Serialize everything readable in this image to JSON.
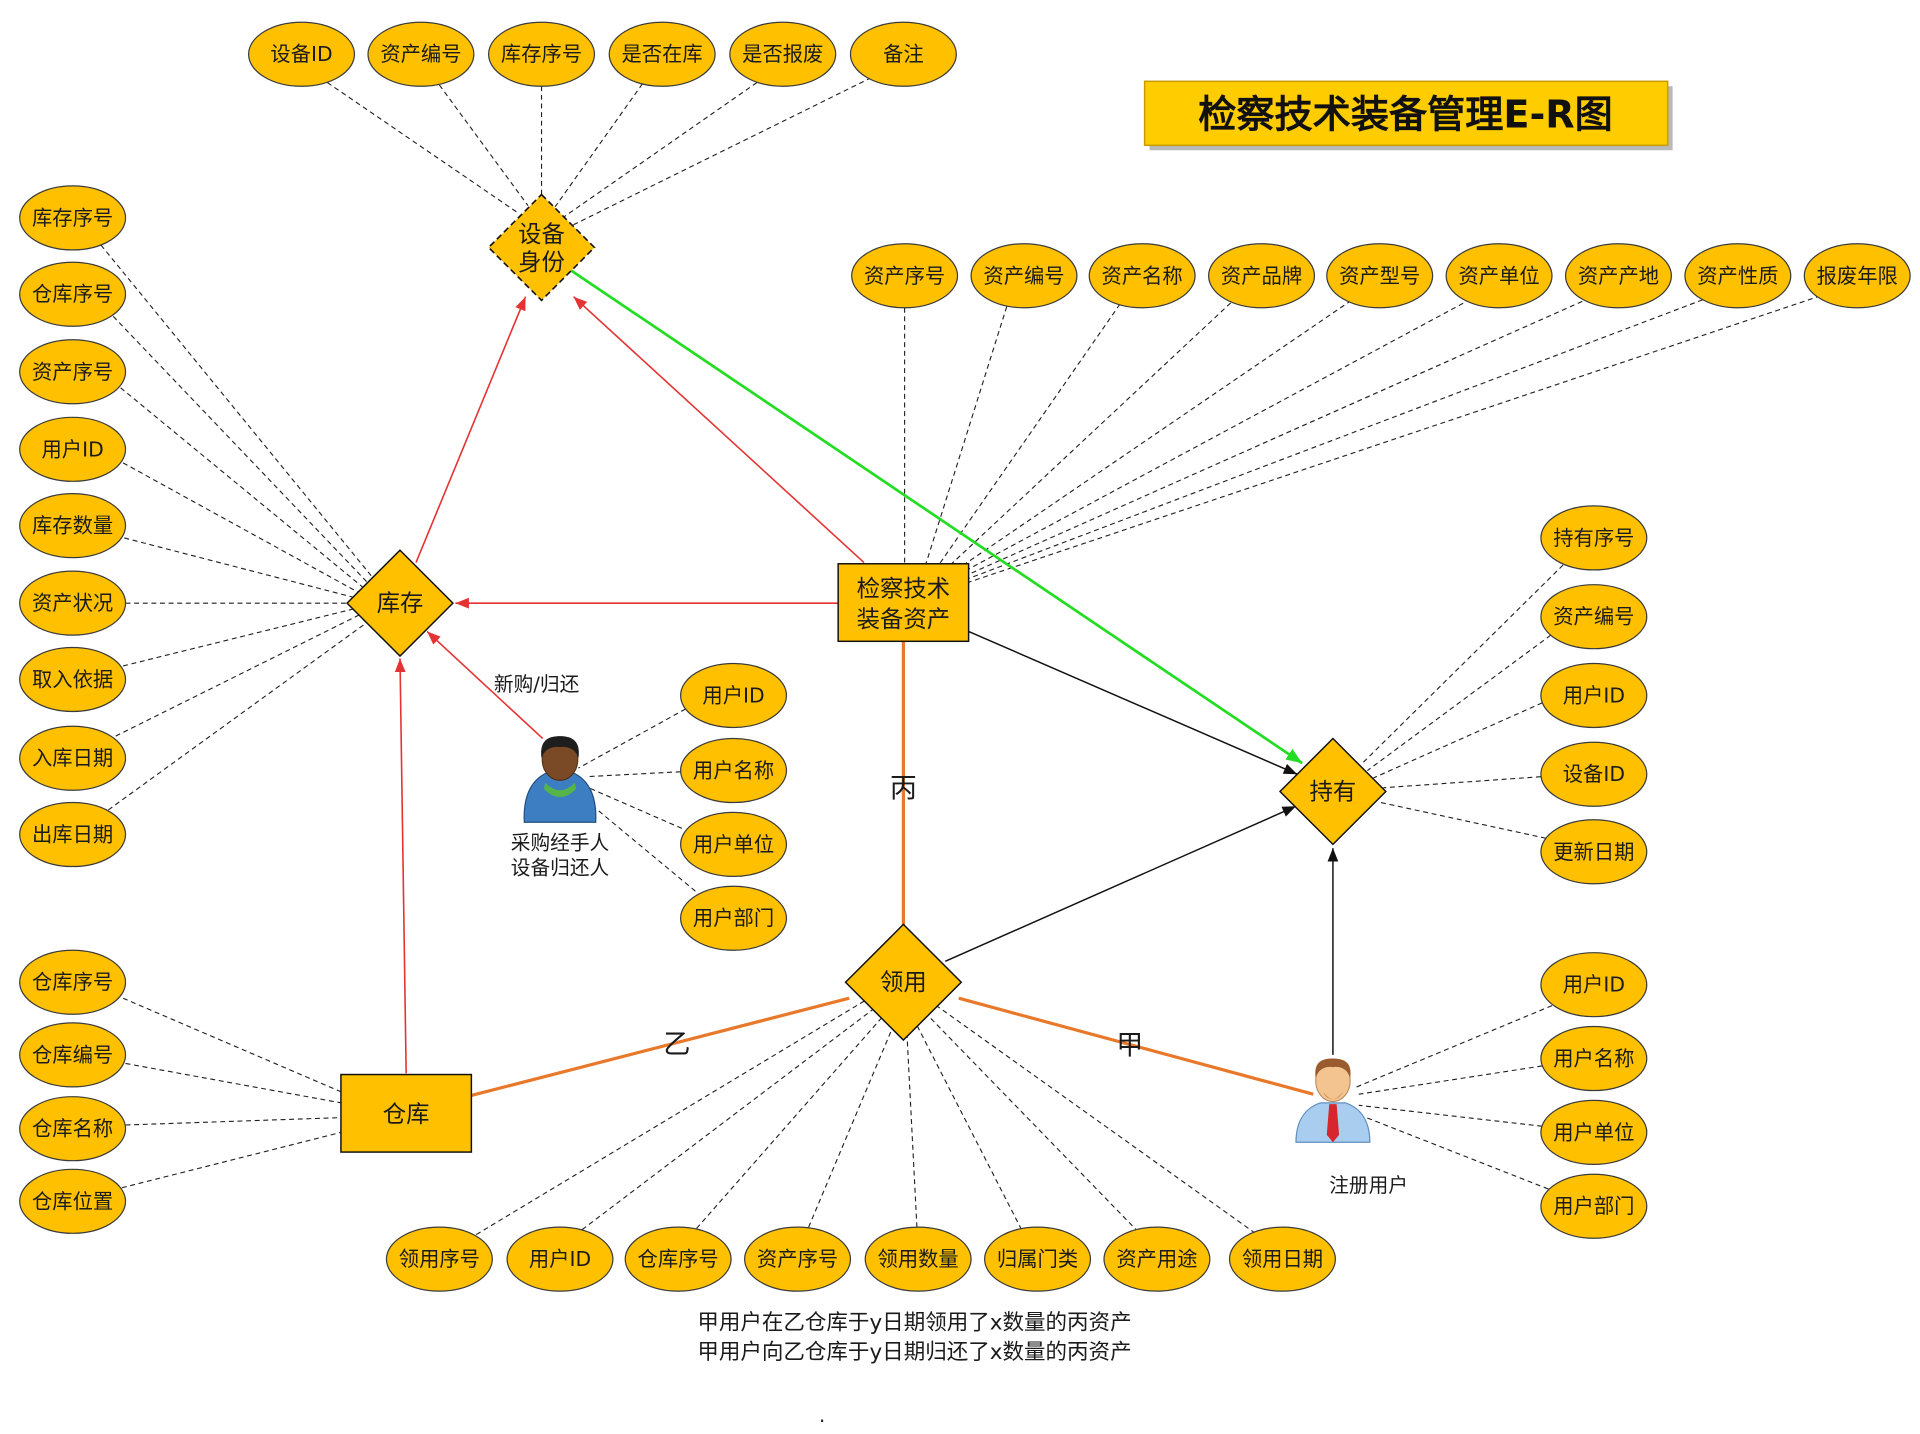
{
  "title": "检察技术装备管理E-R图",
  "relationships": {
    "device_identity": [
      "设备",
      "身份"
    ],
    "inventory": "库存",
    "holding": "持有",
    "requisition": "领用"
  },
  "entities": {
    "equipment_asset": [
      "检察技术",
      "装备资产"
    ],
    "warehouse": "仓库"
  },
  "actors": {
    "purchaser": [
      "采购经手人",
      "设备归还人"
    ],
    "registered_user": "注册用户"
  },
  "attributes": {
    "device_identity": [
      "设备ID",
      "资产编号",
      "库存序号",
      "是否在库",
      "是否报废",
      "备注"
    ],
    "inventory": [
      "库存序号",
      "仓库序号",
      "资产序号",
      "用户ID",
      "库存数量",
      "资产状况",
      "取入依据",
      "入库日期",
      "出库日期"
    ],
    "equipment_asset": [
      "资产序号",
      "资产编号",
      "资产名称",
      "资产品牌",
      "资产型号",
      "资产单位",
      "资产产地",
      "资产性质",
      "报废年限"
    ],
    "purchaser": [
      "用户ID",
      "用户名称",
      "用户单位",
      "用户部门"
    ],
    "holding": [
      "持有序号",
      "资产编号",
      "用户ID",
      "设备ID",
      "更新日期"
    ],
    "registered_user": [
      "用户ID",
      "用户名称",
      "用户单位",
      "用户部门"
    ],
    "warehouse": [
      "仓库序号",
      "仓库编号",
      "仓库名称",
      "仓库位置"
    ],
    "requisition": [
      "领用序号",
      "用户ID",
      "仓库序号",
      "资产序号",
      "领用数量",
      "归属门类",
      "资产用途",
      "领用日期"
    ]
  },
  "edge_labels": {
    "purchase_return": "新购/归还",
    "bing": "丙",
    "yi": "乙",
    "jia": "甲"
  },
  "notes": [
    "甲用户在乙仓库于y日期领用了x数量的丙资产",
    "甲用户向乙仓库于y日期归还了x数量的丙资产"
  ],
  "footer_mark": ".",
  "icons": {
    "purchaser": "person-icon",
    "registered_user": "person-icon"
  },
  "colors": {
    "node_fill": "#FFC000",
    "title_fill": "#FFCC00",
    "red_arrow": "#E53333",
    "green_arrow": "#22DD22",
    "black_arrow": "#111111",
    "orange_link": "#E8782A"
  }
}
